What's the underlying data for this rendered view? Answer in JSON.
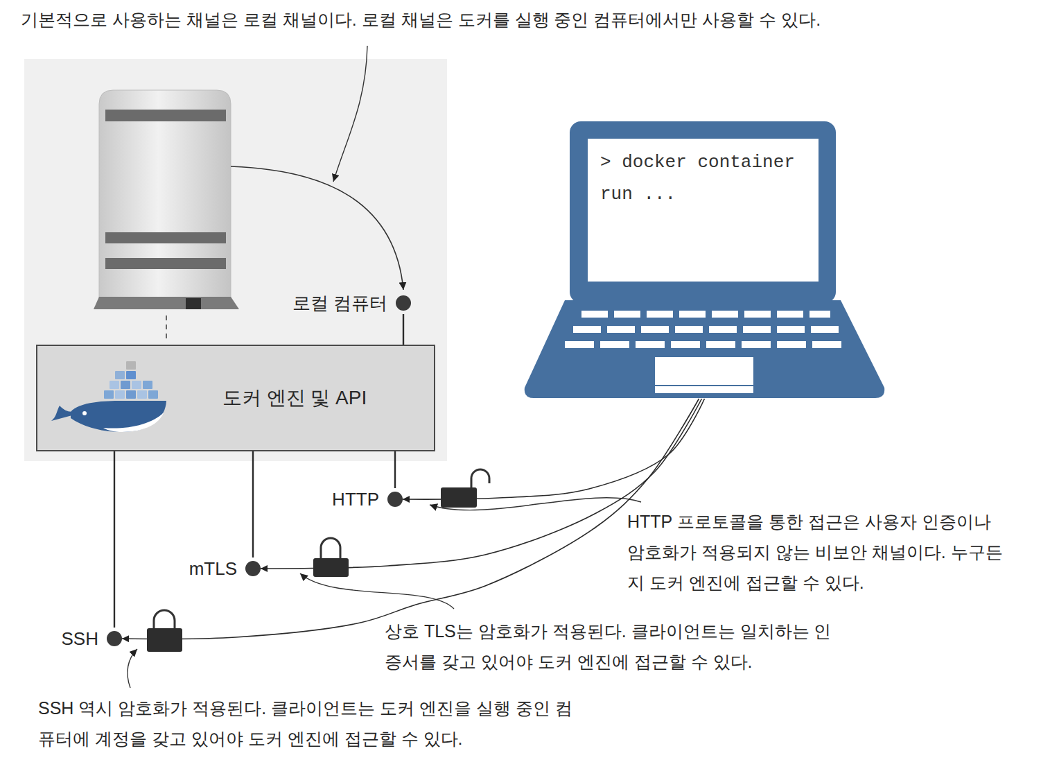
{
  "diagram": {
    "nodes": [
      {
        "text": [
          "> docker container run ..."
        ]
      },
      {
        "text": [
          "로컬 컴퓨터"
        ]
      },
      {
        "text": [
          "도커 엔진 및 API"
        ]
      },
      {
        "text": [
          "HTTP"
        ]
      },
      {
        "text": [
          "mTLS"
        ]
      },
      {
        "text": [
          "SSH"
        ]
      }
    ],
    "edges": [
      {
        "from": 1,
        "to": 2,
        "arrow": "none"
      },
      {
        "from": 2,
        "to": 3,
        "arrow": "none"
      },
      {
        "from": 2,
        "to": 4,
        "arrow": "none"
      },
      {
        "from": 2,
        "to": 5,
        "arrow": "none"
      },
      {
        "from": 0,
        "to": 3,
        "arrow": "to"
      },
      {
        "from": 0,
        "to": 4,
        "arrow": "to"
      },
      {
        "from": 0,
        "to": 5,
        "arrow": "to"
      }
    ],
    "labels": [
      "기본적으로 사용하는 채널은 로컬 채널이다. 로컬 채널은 도커를 실행 중인 컴퓨터에서만 사용할 수 있다.",
      "HTTP 프로토콜을 통한 접근은 사용자 인증이나 암호화가 적용되지 않는 비보안 채널이다. 누구든지 도커 엔진에 접근할 수 있다.",
      "상호 TLS는 암호화가 적용된다. 클라이언트는 일치하는 인증서를 갖고 있어야 도커 엔진에 접근할 수 있다.",
      "SSH 역시 암호화가 적용된다. 클라이언트는 도커 엔진을 실행 중인 컴퓨터에 계정을 갖고 있어야 도커 엔진에 접근할 수 있다."
    ]
  }
}
